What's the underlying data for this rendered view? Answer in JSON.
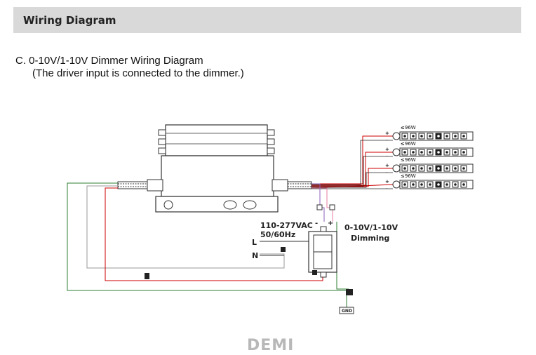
{
  "header": {
    "title": "Wiring Diagram"
  },
  "subtitle": {
    "line1": "C. 0-10V/1-10V Dimmer Wiring Diagram",
    "line2": "(The driver input is connected to the dimmer.)"
  },
  "diagram": {
    "input_voltage": "110-277VAC",
    "frequency": "50/60Hz",
    "line_label": "L",
    "neutral_label": "N",
    "dimmer_label_1": "0-10V/1-10V",
    "dimmer_label_2": "Dimming",
    "minus_sign": "-",
    "plus_sign": "+",
    "ground_label": "GND",
    "led_strips": [
      {
        "label": "≤96W",
        "plus": "+",
        "minus": "-"
      },
      {
        "label": "≤96W",
        "plus": "+",
        "minus": "-"
      },
      {
        "label": "≤96W",
        "plus": "+",
        "minus": "-"
      },
      {
        "label": "≤96W",
        "plus": "+",
        "minus": "-"
      }
    ]
  },
  "watermark": "DEMI",
  "colors": {
    "header_bg": "#d9d9d9",
    "wire_red": "#cc0000",
    "wire_green": "#2e7d32",
    "wire_gray": "#9a9a9a",
    "wire_purple": "#8a5fb8",
    "wire_pink": "#e57ca0"
  }
}
